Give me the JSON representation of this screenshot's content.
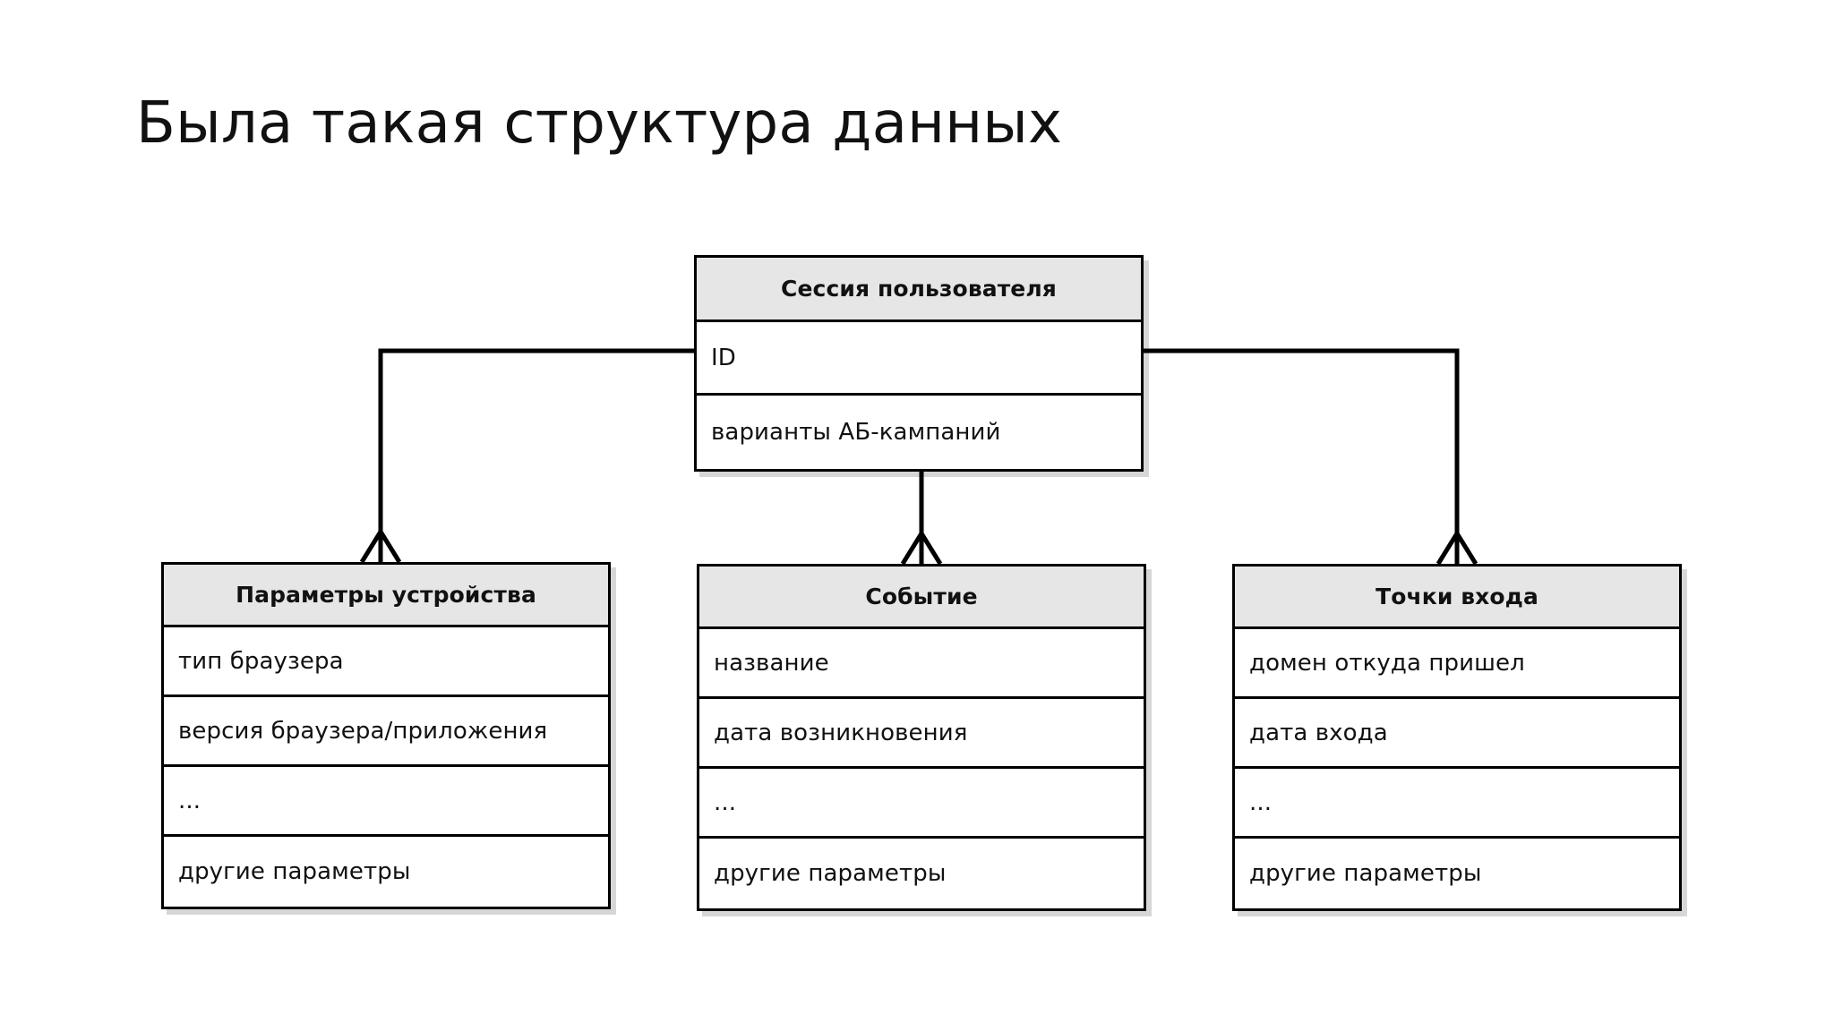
{
  "slide": {
    "title": "Была такая структура данных",
    "background_color": "#ffffff",
    "text_color": "#111111"
  },
  "diagram": {
    "type": "entity-relationship",
    "header_fill": "#e6e6e6",
    "row_fill": "#ffffff",
    "border_color": "#000000",
    "entities": [
      {
        "id": "session",
        "title": "Сессия пользователя",
        "rows": [
          "ID",
          "варианты АБ-кампаний"
        ]
      },
      {
        "id": "device",
        "title": "Параметры устройства",
        "rows": [
          "тип браузера",
          "версия браузера/приложения",
          "...",
          "другие параметры"
        ]
      },
      {
        "id": "event",
        "title": "Событие",
        "rows": [
          "название",
          "дата возникновения",
          "...",
          "другие параметры"
        ]
      },
      {
        "id": "entry",
        "title": "Точки входа",
        "rows": [
          "домен откуда пришел",
          "дата входа",
          "...",
          "другие параметры"
        ]
      }
    ],
    "connections": [
      {
        "from": "session",
        "to": "device",
        "arrow": "open-triangle-down"
      },
      {
        "from": "session",
        "to": "event",
        "arrow": "open-triangle-down"
      },
      {
        "from": "session",
        "to": "entry",
        "arrow": "open-triangle-down"
      }
    ]
  }
}
